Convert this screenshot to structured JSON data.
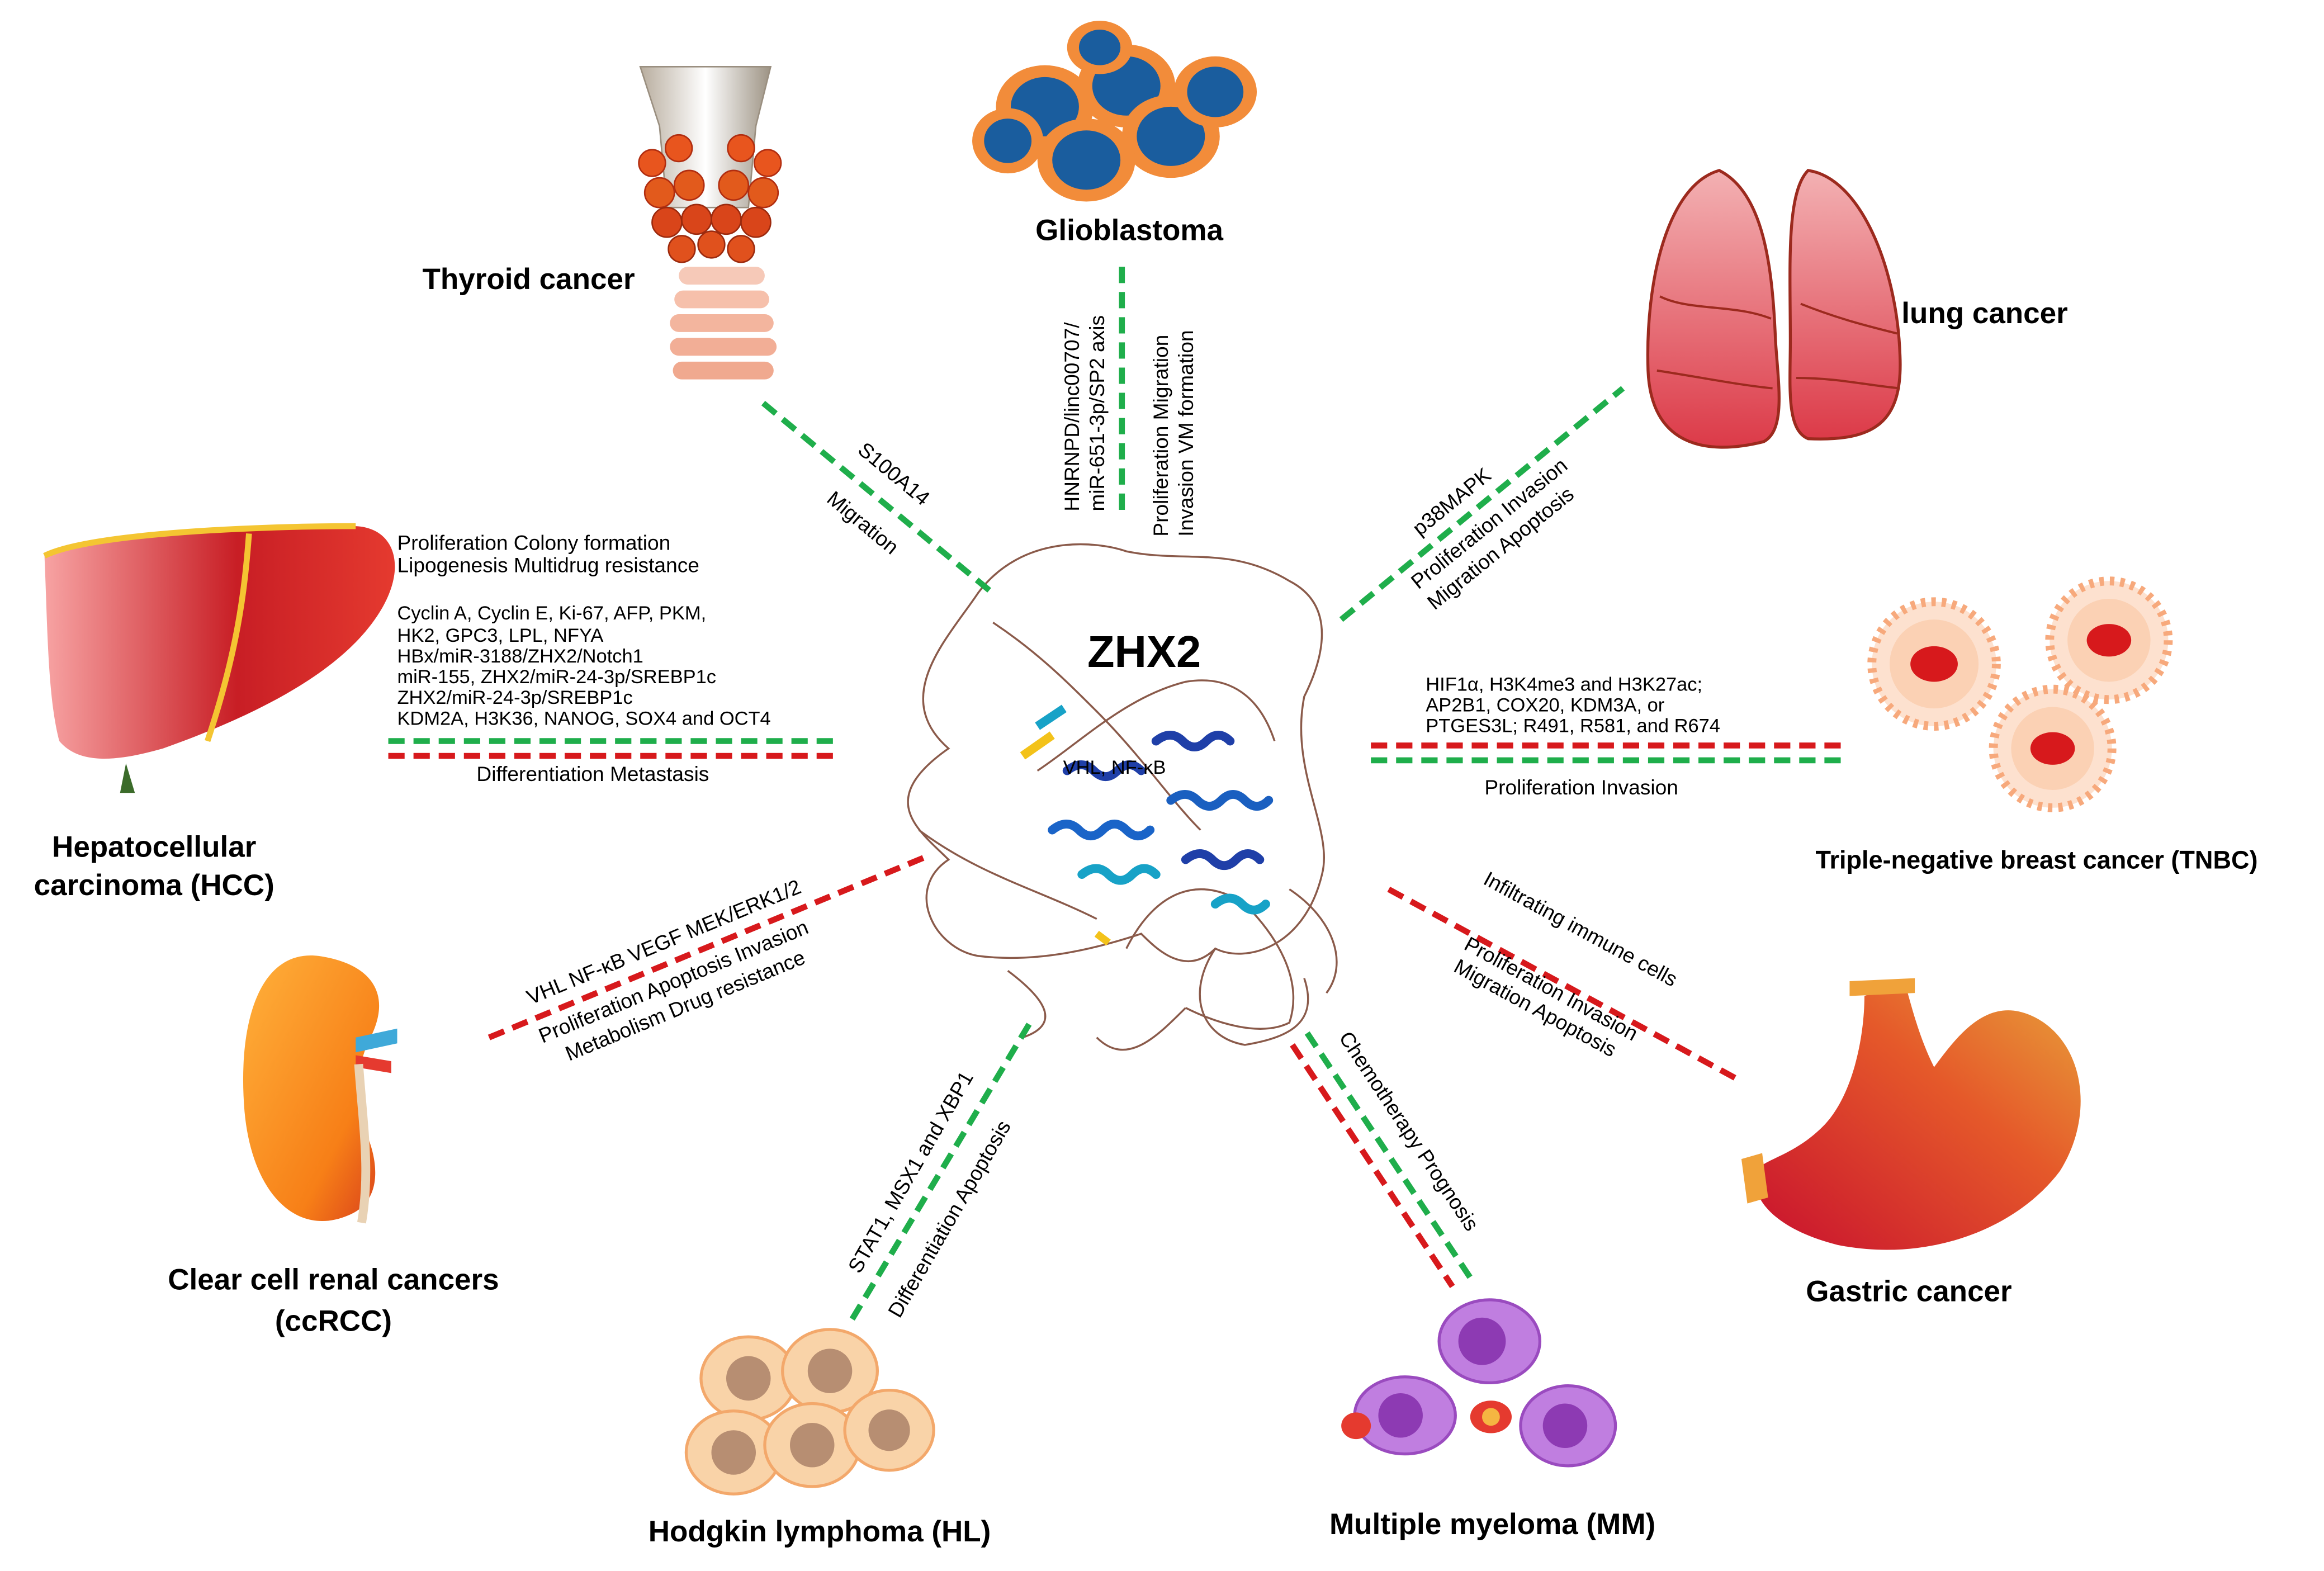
{
  "center": {
    "title": "ZHX2",
    "inner_label": "VHL, NF-κB"
  },
  "colors": {
    "green_dash": "#1fae4b",
    "red_dash": "#d7191c",
    "protein_wire": "#8a5a4a"
  },
  "nodes": {
    "thyroid": {
      "name": "Thyroid cancer",
      "pathway": "S100A14",
      "effect": "Migration"
    },
    "glioblastoma": {
      "name": "Glioblastoma",
      "pathway_l1": "HNRNPD/linc00707/",
      "pathway_l2": "miR-651-3p/SP2 axis",
      "effect_l1": "Proliferation Migration",
      "effect_l2": "Invasion VM formation"
    },
    "lung": {
      "name": "lung cancer",
      "pathway": "p38MAPK",
      "effect_l1": "Proliferation Invasion",
      "effect_l2": "Migration Apoptosis"
    },
    "hcc": {
      "name_l1": "Hepatocellular",
      "name_l2": "carcinoma (HCC)",
      "effect_l1": "Proliferation Colony formation",
      "effect_l2": "Lipogenesis Multidrug resistance",
      "molecules": [
        "Cyclin A, Cyclin E, Ki-67, AFP, PKM,",
        "HK2, GPC3, LPL, NFYA",
        "HBx/miR-3188/ZHX2/Notch1",
        "miR-155, ZHX2/miR-24-3p/SREBP1c",
        "ZHX2/miR-24-3p/SREBP1c",
        "KDM2A, H3K36, NANOG, SOX4 and OCT4"
      ],
      "effect_below": "Differentiation Metastasis"
    },
    "tnbc": {
      "name": "Triple-negative breast cancer (TNBC)",
      "molecules": [
        "HIF1α, H3K4me3 and H3K27ac;",
        "AP2B1, COX20, KDM3A, or",
        "PTGES3L; R491, R581, and R674"
      ],
      "effect": "Proliferation Invasion"
    },
    "ccrcc": {
      "name_l1": "Clear cell renal cancers",
      "name_l2": "(ccRCC)",
      "pathway": "VHL NF-κB VEGF MEK/ERK1/2",
      "effect_l1": "Proliferation Apoptosis Invasion",
      "effect_l2": "Metabolism  Drug resistance"
    },
    "gastric": {
      "name": "Gastric cancer",
      "pathway": "Infiltrating immune cells",
      "effect_l1": "Proliferation Invasion",
      "effect_l2": "Migration Apoptosis"
    },
    "hodgkin": {
      "name": "Hodgkin lymphoma (HL)",
      "pathway": "STAT1, MSX1 and XBP1",
      "effect": "Differentiation Apoptosis"
    },
    "myeloma": {
      "name": "Multiple myeloma (MM)",
      "effect": "Chemotherapy Prognosis"
    }
  }
}
